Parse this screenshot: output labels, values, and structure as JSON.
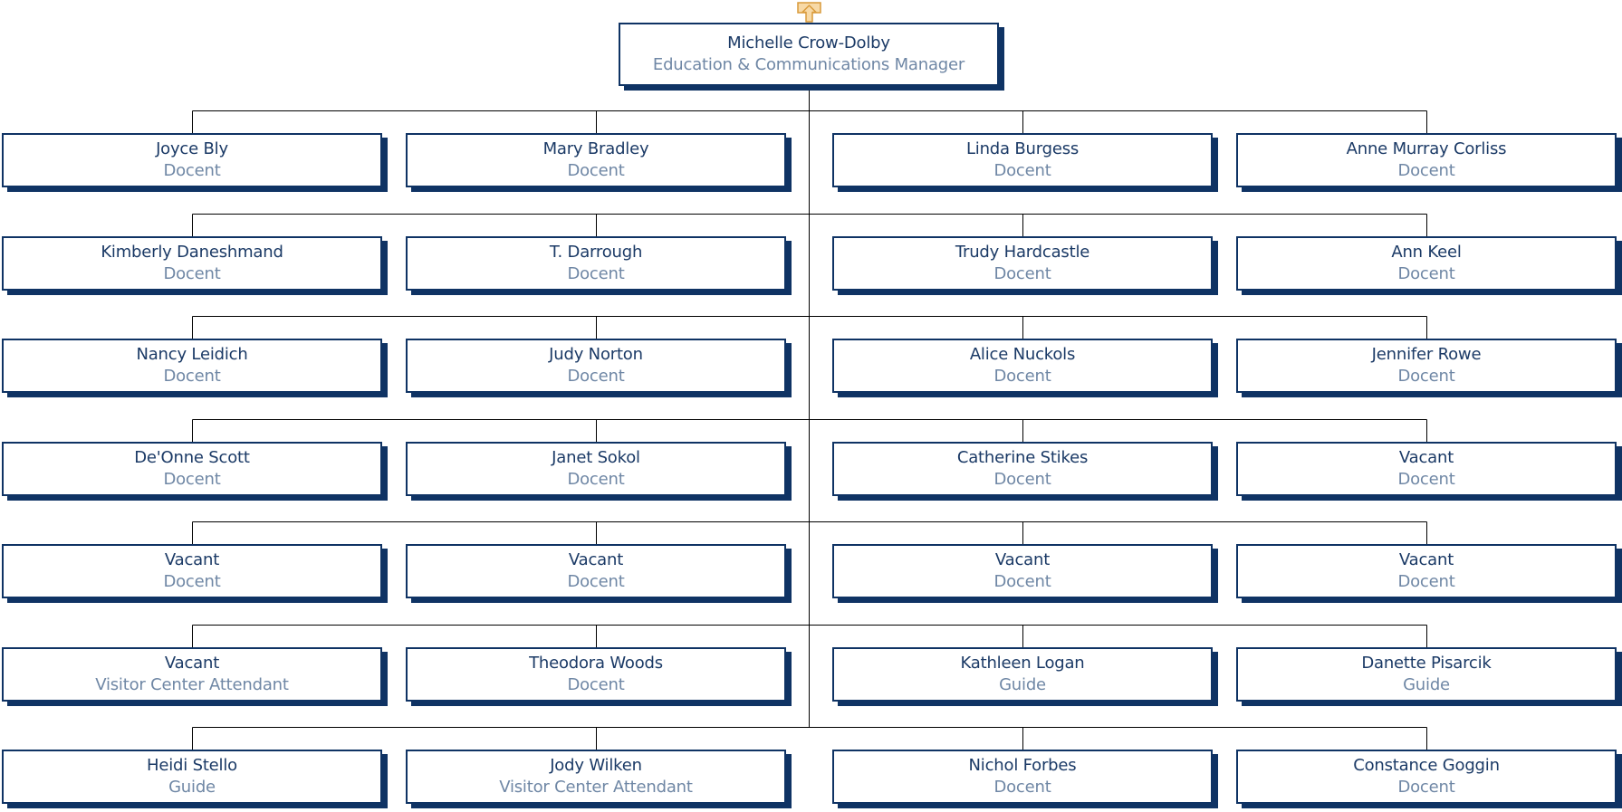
{
  "chart": {
    "up_icon": "up-arrow-icon",
    "colors": {
      "border": "#0f3364",
      "name": "#1b3a66",
      "title": "#6f87a5",
      "connector": "#000000",
      "icon_fill": "#f7d9a6",
      "icon_stroke": "#d99a3a"
    },
    "manager": {
      "name": "Michelle Crow-Dolby",
      "title": "Education & Communications Manager"
    },
    "rows": [
      [
        {
          "name": "Joyce Bly",
          "title": "Docent"
        },
        {
          "name": "Mary Bradley",
          "title": "Docent"
        },
        {
          "name": "Linda Burgess",
          "title": "Docent"
        },
        {
          "name": "Anne Murray Corliss",
          "title": "Docent"
        }
      ],
      [
        {
          "name": "Kimberly Daneshmand",
          "title": "Docent"
        },
        {
          "name": "T. Darrough",
          "title": "Docent"
        },
        {
          "name": "Trudy Hardcastle",
          "title": "Docent"
        },
        {
          "name": "Ann Keel",
          "title": "Docent"
        }
      ],
      [
        {
          "name": "Nancy Leidich",
          "title": "Docent"
        },
        {
          "name": "Judy Norton",
          "title": "Docent"
        },
        {
          "name": "Alice Nuckols",
          "title": "Docent"
        },
        {
          "name": "Jennifer Rowe",
          "title": "Docent"
        }
      ],
      [
        {
          "name": "De'Onne Scott",
          "title": "Docent"
        },
        {
          "name": "Janet Sokol",
          "title": "Docent"
        },
        {
          "name": "Catherine Stikes",
          "title": "Docent"
        },
        {
          "name": "Vacant",
          "title": "Docent"
        }
      ],
      [
        {
          "name": "Vacant",
          "title": "Docent"
        },
        {
          "name": "Vacant",
          "title": "Docent"
        },
        {
          "name": "Vacant",
          "title": "Docent"
        },
        {
          "name": "Vacant",
          "title": "Docent"
        }
      ],
      [
        {
          "name": "Vacant",
          "title": "Visitor Center Attendant"
        },
        {
          "name": "Theodora Woods",
          "title": "Docent"
        },
        {
          "name": "Kathleen Logan",
          "title": "Guide"
        },
        {
          "name": "Danette Pisarcik",
          "title": "Guide"
        }
      ],
      [
        {
          "name": "Heidi Stello",
          "title": "Guide"
        },
        {
          "name": "Jody Wilken",
          "title": "Visitor Center Attendant"
        },
        {
          "name": "Nichol Forbes",
          "title": "Docent"
        },
        {
          "name": "Constance Goggin",
          "title": "Docent"
        }
      ]
    ]
  }
}
